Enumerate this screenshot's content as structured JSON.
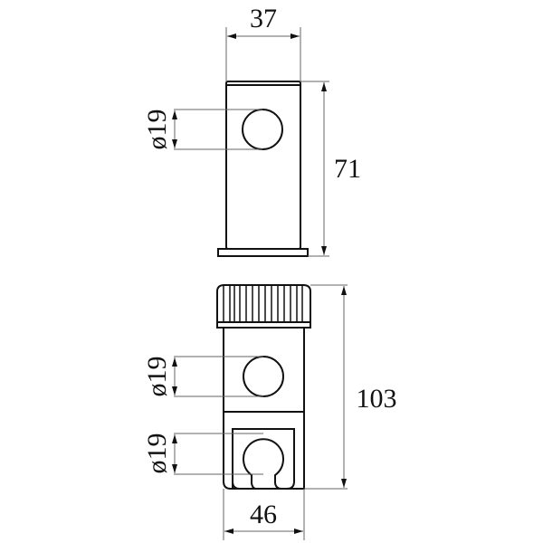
{
  "top_view": {
    "width_label": "37",
    "height_label": "71",
    "hole_label": "ø19"
  },
  "bottom_view": {
    "height_label": "103",
    "width_label": "46",
    "hole_label": "ø19",
    "clip_label": "ø19"
  },
  "colors": {
    "line": "#111111",
    "dimension": "#666666"
  }
}
